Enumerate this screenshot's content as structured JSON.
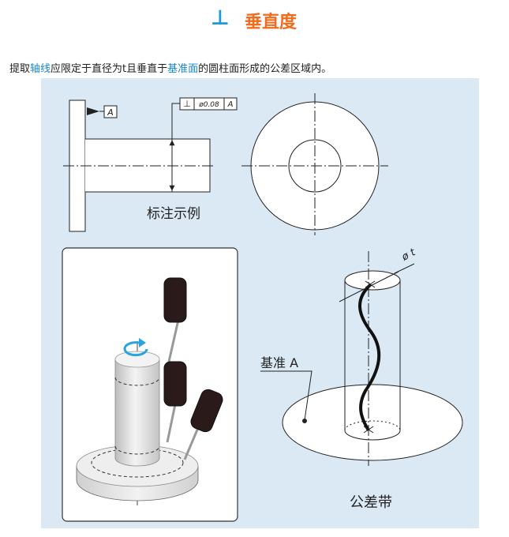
{
  "title": {
    "symbol": "⊥",
    "text": "垂直度"
  },
  "description": {
    "p1": "提取",
    "link1": "轴线",
    "p2": "应限定于直径为t且垂直于",
    "link2": "基准面",
    "p3": "的圆柱面形成的公差区域内。"
  },
  "diagram": {
    "datum_letter": "A",
    "frame_symbol": "⊥",
    "frame_tolerance": "ø0.08",
    "frame_datum": "A",
    "example_label": "标注示例",
    "datum_label": "基准 A",
    "tolerance_label": "ø t",
    "zone_label": "公差带"
  },
  "colors": {
    "title_symbol": "#1a9bd7",
    "title_text": "#f26b1d",
    "link": "#1a86c7",
    "panel": "#dbe9f5",
    "rotation_arrow": "#2ba3e0"
  }
}
